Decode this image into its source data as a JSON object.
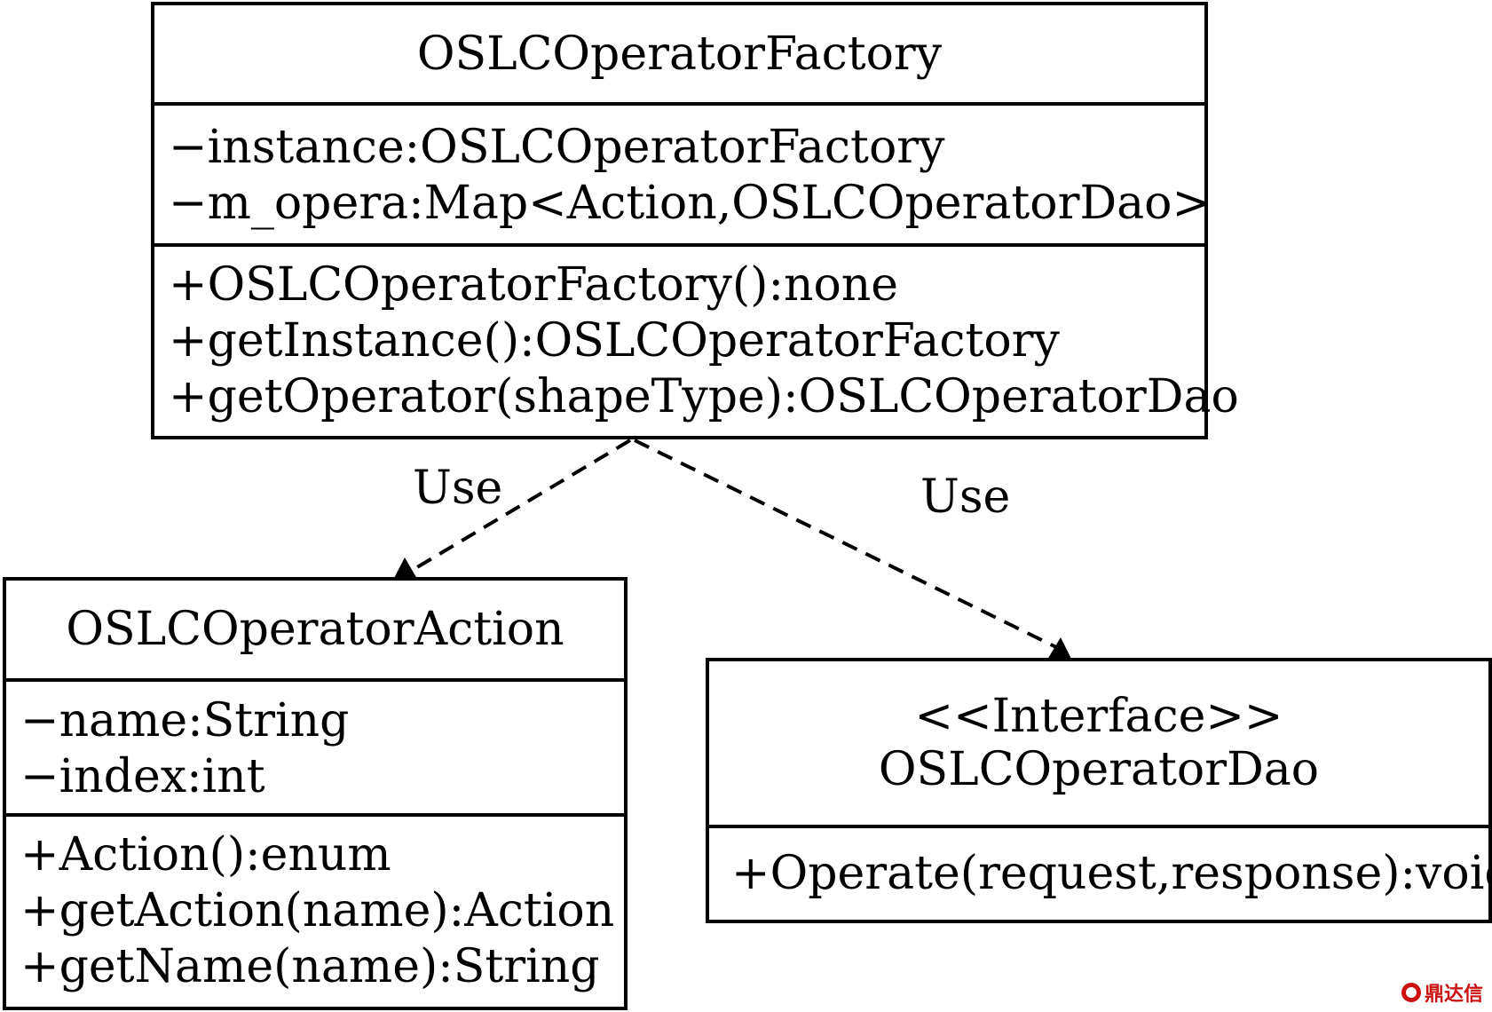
{
  "factory": {
    "name": "OSLCOperatorFactory",
    "attributes": [
      "−instance:OSLCOperatorFactory",
      "−m_opera:Map<Action,OSLCOperatorDao>"
    ],
    "methods": [
      "+OSLCOperatorFactory():none",
      "+getInstance():OSLCOperatorFactory",
      "+getOperator(shapeType):OSLCOperatorDao"
    ]
  },
  "action": {
    "name": "OSLCOperatorAction",
    "attributes": [
      "−name:String",
      "−index:int"
    ],
    "methods": [
      "+Action():enum",
      "+getAction(name):Action",
      "+getName(name):String"
    ]
  },
  "dao": {
    "stereotype": "<<Interface>>",
    "name": "OSLCOperatorDao",
    "methods": [
      "+Operate(request,response):void"
    ]
  },
  "relations": [
    {
      "from": "factory",
      "to": "action",
      "label": "Use",
      "style": "dashed"
    },
    {
      "from": "factory",
      "to": "dao",
      "label": "Use",
      "style": "dashed"
    }
  ],
  "watermark": {
    "text": "鼎达信",
    "color": "#cc1111"
  }
}
